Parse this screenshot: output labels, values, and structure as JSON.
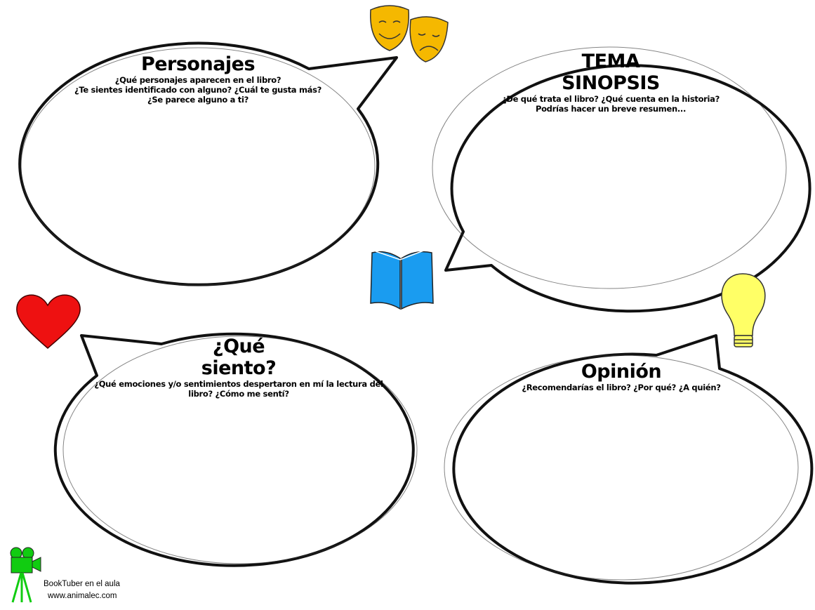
{
  "sections": {
    "personajes": {
      "title": "Personajes",
      "questions": [
        "¿Qué personajes aparecen en el libro?",
        "¿Te sientes identificado con alguno? ¿Cuál te gusta más?",
        "¿Se parece alguno a ti?"
      ]
    },
    "tema": {
      "title_line1": "TEMA",
      "title_line2": "SINOPSIS",
      "questions": [
        "¿De qué trata el libro? ¿Qué cuenta en la historia?",
        "Podrías hacer un breve resumen..."
      ]
    },
    "siento": {
      "title_line1": "¿Qué",
      "title_line2": "siento?",
      "questions": [
        "¿Qué emociones y/o sentimientos despertaron en mí la lectura del",
        "libro? ¿Cómo me sentí?"
      ]
    },
    "opinion": {
      "title": "Opinión",
      "questions": [
        "¿Recomendarías el libro? ¿Por qué? ¿A quién?"
      ]
    }
  },
  "footer": {
    "line1": "BookTuber en el aula",
    "line2": "www.animalec.com"
  },
  "colors": {
    "masks": "#f5b800",
    "book": "#1a9cf0",
    "heart": "#ee1111",
    "bulb": "#ffff66",
    "camera": "#11cc11"
  }
}
